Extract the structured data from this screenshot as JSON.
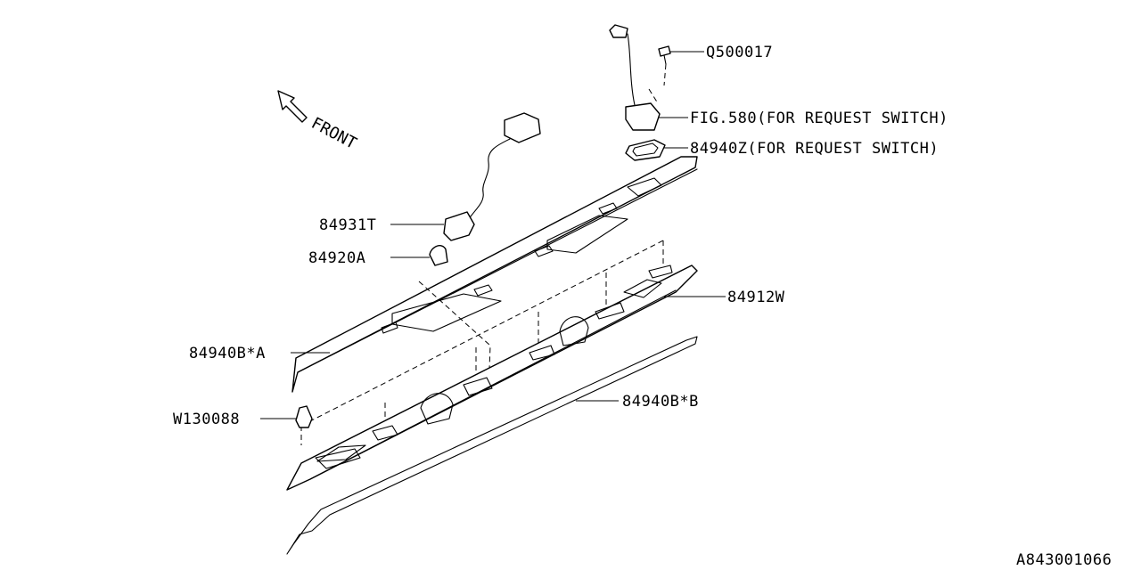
{
  "diagram": {
    "direction_label": "FRONT",
    "catalog_id": "A843001066",
    "callouts": [
      {
        "id": "q500017",
        "text": "Q500017"
      },
      {
        "id": "fig580",
        "text": "FIG.580(FOR REQUEST SWITCH)"
      },
      {
        "id": "p84940z",
        "text": "84940Z(FOR REQUEST SWITCH)"
      },
      {
        "id": "p84931t",
        "text": "84931T"
      },
      {
        "id": "p84920a",
        "text": "84920A"
      },
      {
        "id": "p84912w",
        "text": "84912W"
      },
      {
        "id": "p84940ba",
        "text": "84940B*A"
      },
      {
        "id": "w130088",
        "text": "W130088"
      },
      {
        "id": "p84940bb",
        "text": "84940B*B"
      }
    ]
  }
}
